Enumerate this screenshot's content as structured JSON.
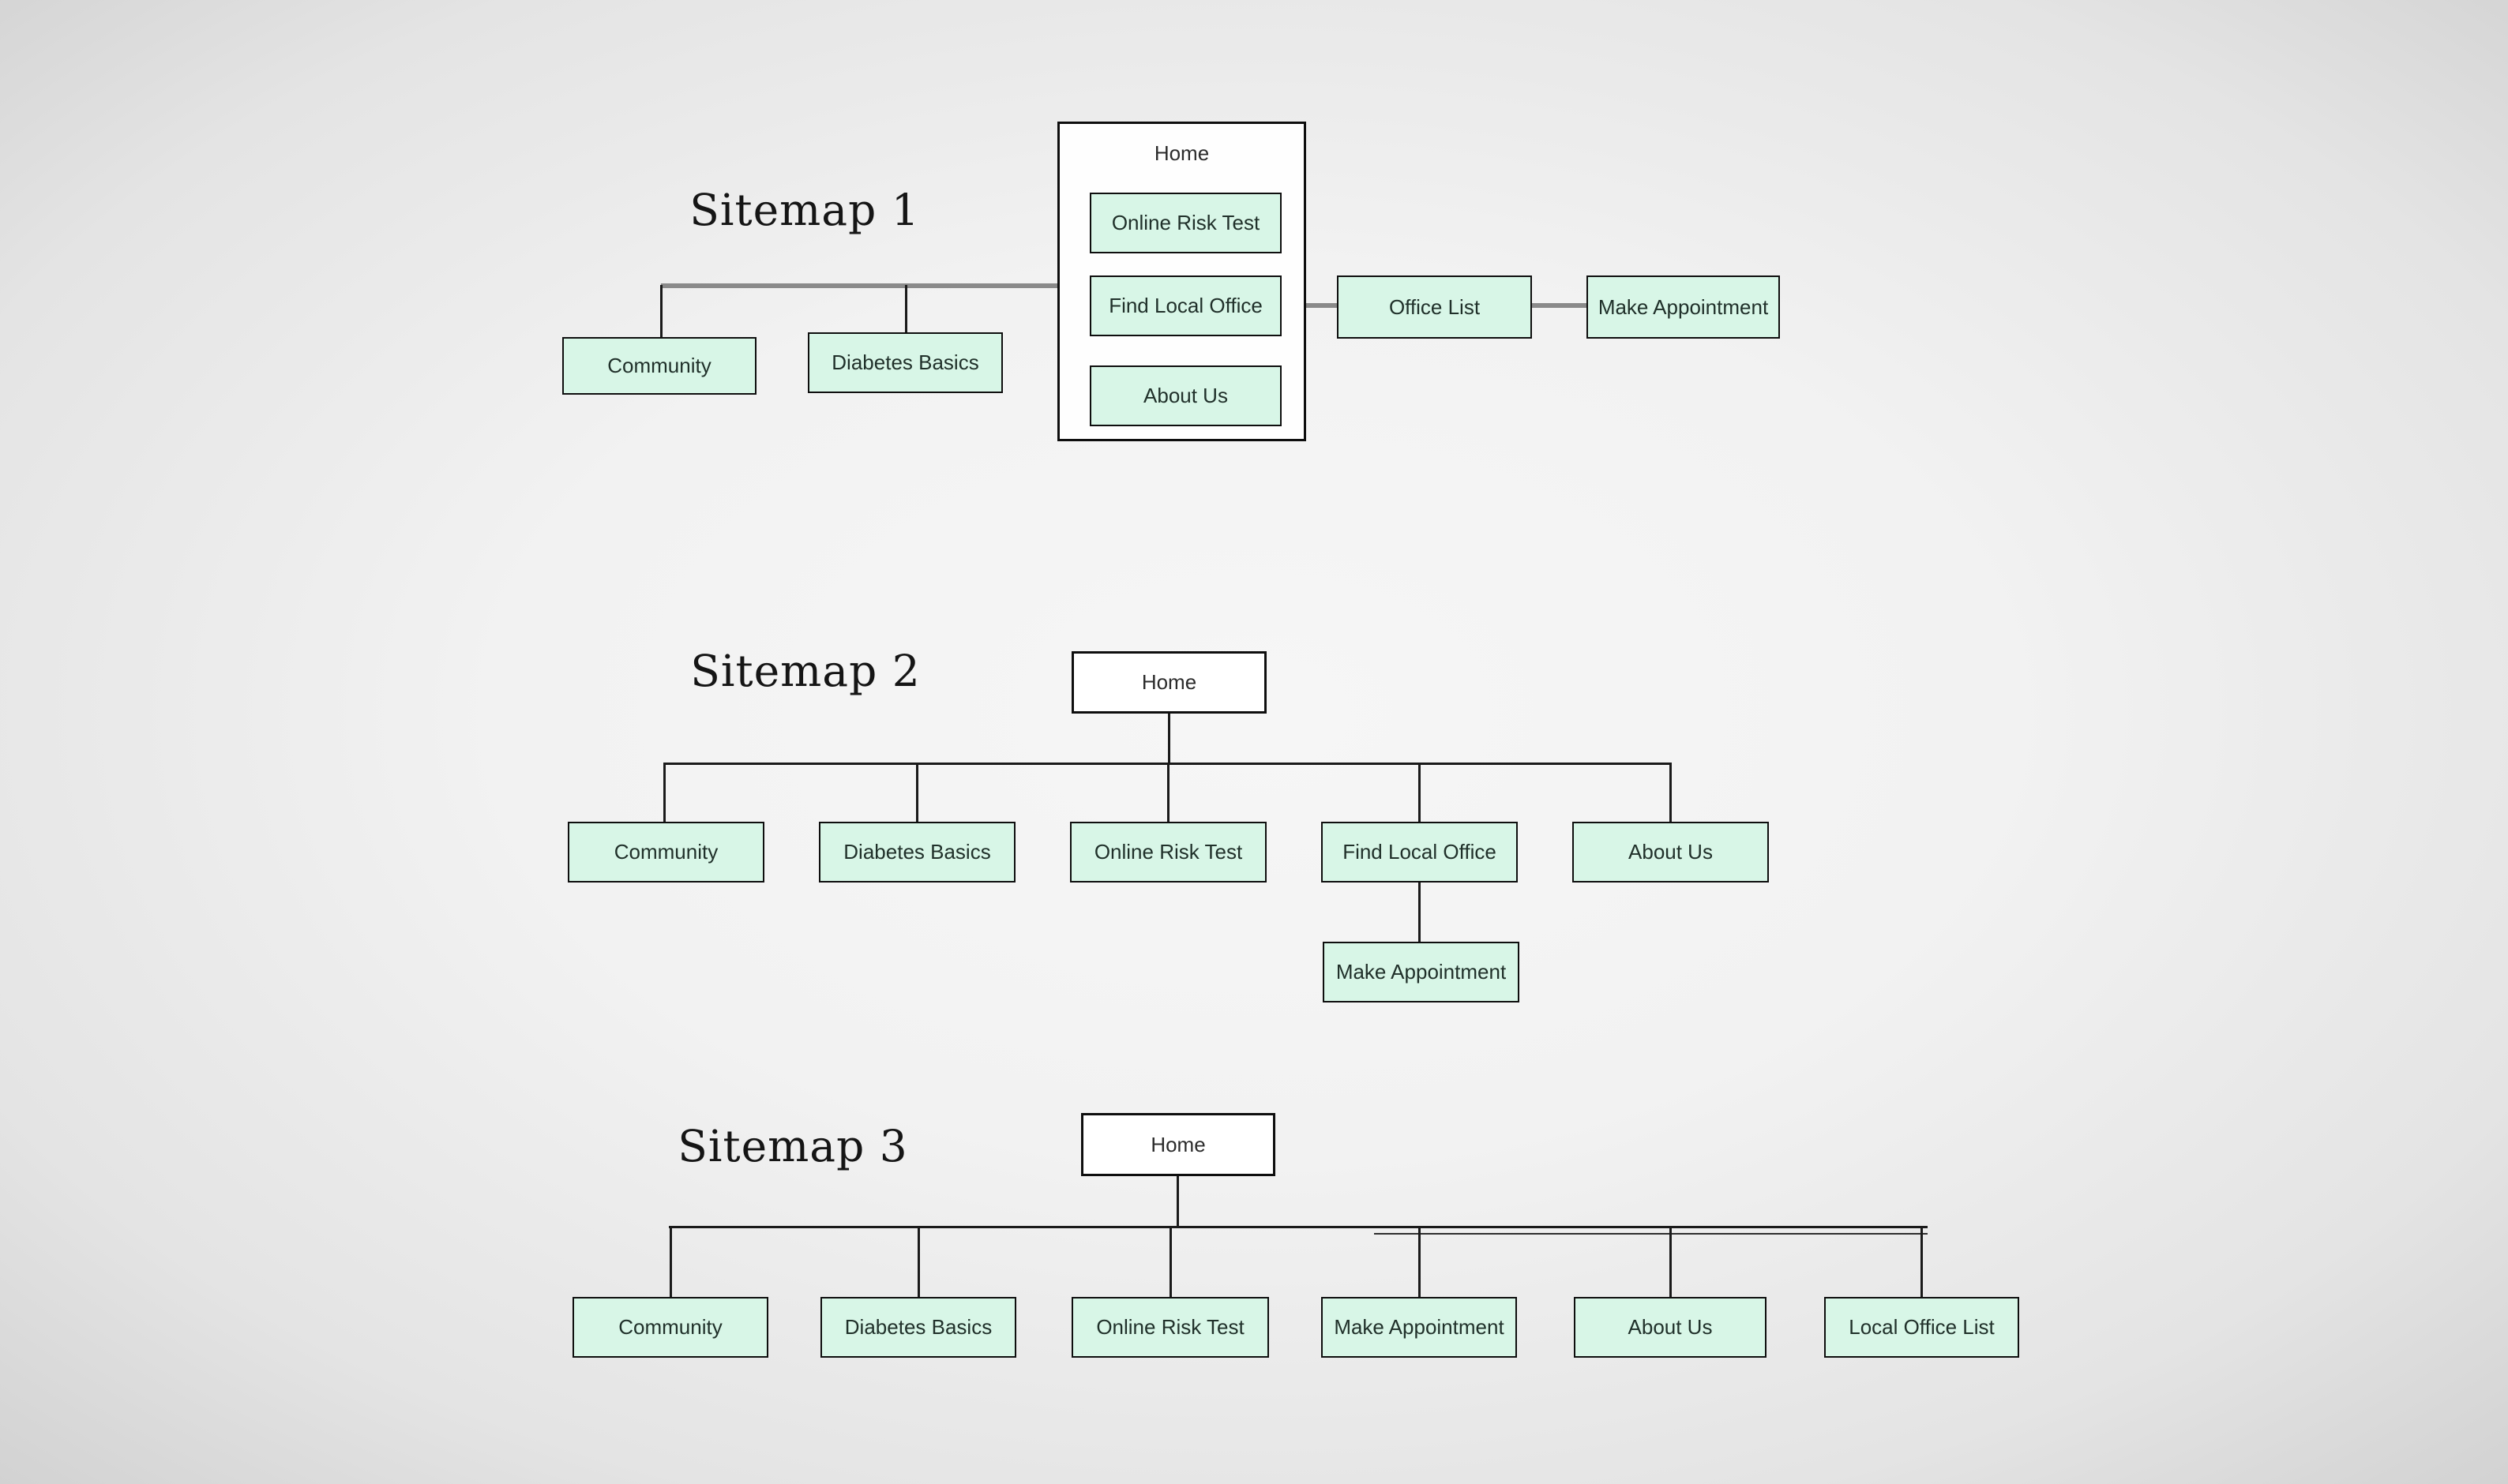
{
  "page": {
    "background_center_color": "#f6f6f6",
    "background_edge_color": "#cfcfcf"
  },
  "colors": {
    "node_fill": "#d8f6e7",
    "node_border": "#0e0e0e",
    "home_fill": "#ffffff",
    "connector_thick_gray": "#8a8a8a",
    "connector_thin_dark": "#1a1a1a",
    "title_color": "#151515",
    "label_color": "#20302a"
  },
  "sitemap1": {
    "title": "Sitemap 1",
    "home_label": "Home",
    "home_children": [
      {
        "label": "Online Risk Test"
      },
      {
        "label": "Find Local Office"
      },
      {
        "label": "About Us"
      }
    ],
    "left_children": [
      {
        "label": "Community"
      },
      {
        "label": "Diabetes Basics"
      }
    ],
    "right_chain": [
      {
        "label": "Office List"
      },
      {
        "label": "Make Appointment"
      }
    ]
  },
  "sitemap2": {
    "title": "Sitemap 2",
    "home_label": "Home",
    "children": [
      {
        "label": "Community"
      },
      {
        "label": "Diabetes Basics"
      },
      {
        "label": "Online Risk Test"
      },
      {
        "label": "Find Local Office"
      },
      {
        "label": "About Us"
      }
    ],
    "find_local_office_child": {
      "label": "Make Appointment"
    }
  },
  "sitemap3": {
    "title": "Sitemap 3",
    "home_label": "Home",
    "children": [
      {
        "label": "Community"
      },
      {
        "label": "Diabetes Basics"
      },
      {
        "label": "Online Risk Test"
      },
      {
        "label": "Make Appointment"
      },
      {
        "label": "About Us"
      },
      {
        "label": "Local Office List"
      }
    ]
  }
}
